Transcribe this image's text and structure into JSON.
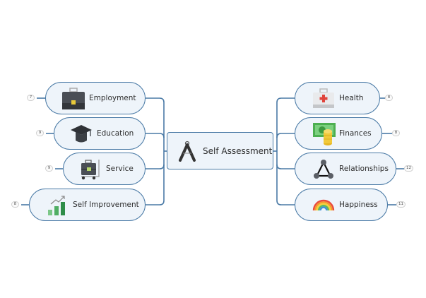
{
  "diagram": {
    "type": "mind-map",
    "central_topic": {
      "label": "Self Assessment",
      "icon": "drafting-compass-icon"
    },
    "left_branches": [
      {
        "label": "Employment",
        "icon": "briefcase-icon",
        "count": "7"
      },
      {
        "label": "Education",
        "icon": "graduation-cap-icon",
        "count": "9"
      },
      {
        "label": "Service",
        "icon": "luggage-cart-icon",
        "count": "9"
      },
      {
        "label": "Self Improvement",
        "icon": "growth-chart-icon",
        "count": "8"
      }
    ],
    "right_branches": [
      {
        "label": "Health",
        "icon": "first-aid-kit-icon",
        "count": "8"
      },
      {
        "label": "Finances",
        "icon": "money-coins-icon",
        "count": "8"
      },
      {
        "label": "Relationships",
        "icon": "network-nodes-icon",
        "count": "12"
      },
      {
        "label": "Happiness",
        "icon": "rainbow-icon",
        "count": "11"
      }
    ],
    "colors": {
      "connector": "#4a7aa6",
      "node_fill": "#eef4fa",
      "node_border": "#4a7aa6",
      "text": "#2d2d2d"
    }
  }
}
